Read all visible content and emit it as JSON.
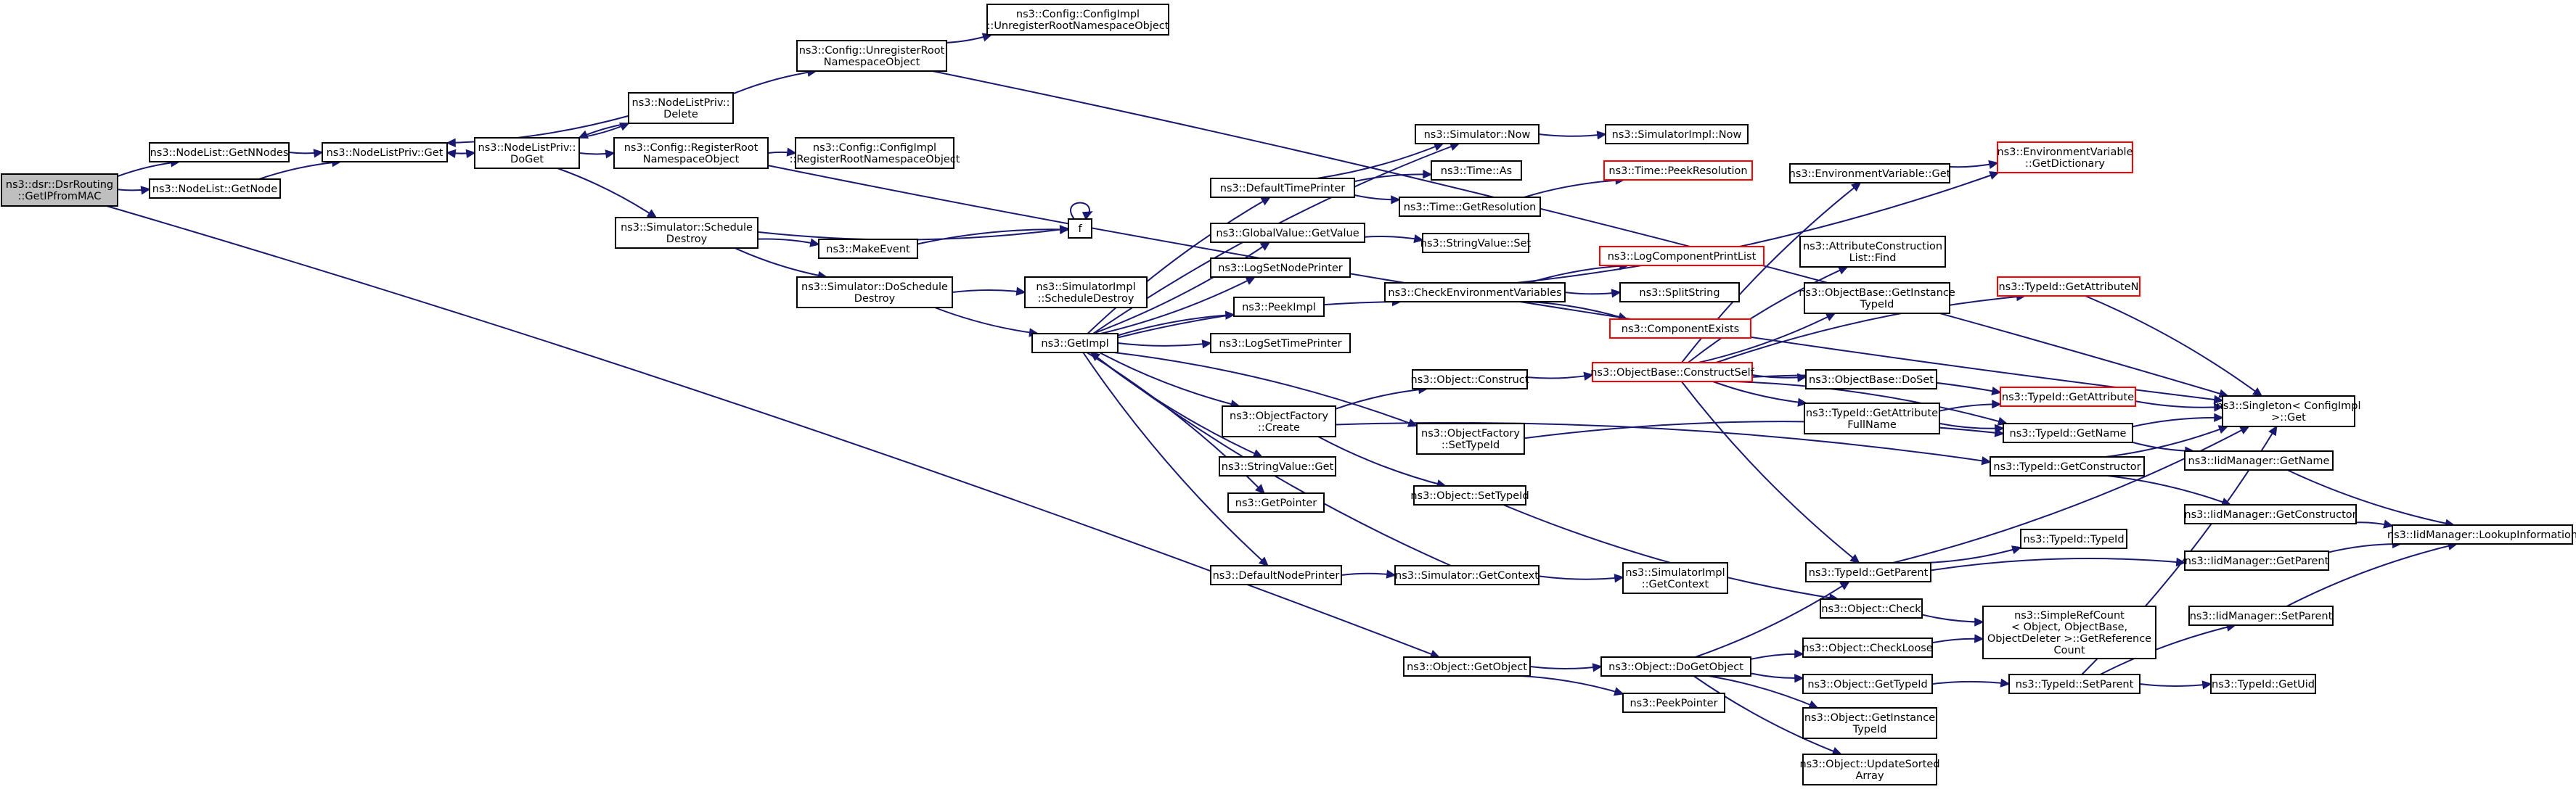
{
  "colors": {
    "edge": "#191970",
    "node_border": "#000000",
    "node_border_truncated": "#ff0000",
    "node_fill": "#ffffff",
    "root_fill": "#bfbfbf"
  },
  "nodes": [
    {
      "id": "root",
      "label": [
        "ns3::dsr::DsrRouting",
        "::GetIPfromMAC"
      ],
      "style": "root"
    },
    {
      "id": "getnnodes",
      "label": [
        "ns3::NodeList::GetNNodes"
      ]
    },
    {
      "id": "getnode",
      "label": [
        "ns3::NodeList::GetNode"
      ]
    },
    {
      "id": "nlpget",
      "label": [
        "ns3::NodeListPriv::Get"
      ]
    },
    {
      "id": "nlpdoget",
      "label": [
        "ns3::NodeListPriv::",
        "DoGet"
      ]
    },
    {
      "id": "nlpdelete",
      "label": [
        "ns3::NodeListPriv::",
        "Delete"
      ]
    },
    {
      "id": "cfgunreg",
      "label": [
        "ns3::Config::UnregisterRoot",
        "NamespaceObject"
      ]
    },
    {
      "id": "cfgimplunreg",
      "label": [
        "ns3::Config::ConfigImpl",
        "::UnregisterRootNamespaceObject"
      ]
    },
    {
      "id": "cfgreg",
      "label": [
        "ns3::Config::RegisterRoot",
        "NamespaceObject"
      ]
    },
    {
      "id": "cfgimplreg",
      "label": [
        "ns3::Config::ConfigImpl",
        "::RegisterRootNamespaceObject"
      ]
    },
    {
      "id": "simsched",
      "label": [
        "ns3::Simulator::Schedule",
        "Destroy"
      ]
    },
    {
      "id": "f",
      "label": [
        "f"
      ]
    },
    {
      "id": "makeevent",
      "label": [
        "ns3::MakeEvent"
      ]
    },
    {
      "id": "simdosched",
      "label": [
        "ns3::Simulator::DoSchedule",
        "Destroy"
      ]
    },
    {
      "id": "simimplsched",
      "label": [
        "ns3::SimulatorImpl",
        "::ScheduleDestroy"
      ]
    },
    {
      "id": "getimpl",
      "label": [
        "ns3::GetImpl"
      ]
    },
    {
      "id": "simnow",
      "label": [
        "ns3::Simulator::Now"
      ]
    },
    {
      "id": "simimplnow",
      "label": [
        "ns3::SimulatorImpl::Now"
      ]
    },
    {
      "id": "deftp",
      "label": [
        "ns3::DefaultTimePrinter"
      ]
    },
    {
      "id": "timeas",
      "label": [
        "ns3::Time::As"
      ]
    },
    {
      "id": "timegetres",
      "label": [
        "ns3::Time::GetResolution"
      ]
    },
    {
      "id": "timepeek",
      "label": [
        "ns3::Time::PeekResolution"
      ],
      "style": "truncated"
    },
    {
      "id": "gvgetvalue",
      "label": [
        "ns3::GlobalValue::GetValue"
      ]
    },
    {
      "id": "strvalset",
      "label": [
        "ns3::StringValue::Set"
      ]
    },
    {
      "id": "logsetnp",
      "label": [
        "ns3::LogSetNodePrinter"
      ]
    },
    {
      "id": "peekimpl",
      "label": [
        "ns3::PeekImpl"
      ]
    },
    {
      "id": "logsettp",
      "label": [
        "ns3::LogSetTimePrinter"
      ]
    },
    {
      "id": "checkenv",
      "label": [
        "ns3::CheckEnvironmentVariables"
      ]
    },
    {
      "id": "logcpl",
      "label": [
        "ns3::LogComponentPrintList"
      ],
      "style": "truncated"
    },
    {
      "id": "splitstring",
      "label": [
        "ns3::SplitString"
      ]
    },
    {
      "id": "compexists",
      "label": [
        "ns3::ComponentExists"
      ],
      "style": "truncated"
    },
    {
      "id": "envget",
      "label": [
        "ns3::EnvironmentVariable::Get"
      ]
    },
    {
      "id": "envdict",
      "label": [
        "ns3::EnvironmentVariable",
        "::GetDictionary"
      ],
      "style": "truncated"
    },
    {
      "id": "attrfind",
      "label": [
        "ns3::AttributeConstruction",
        "List::Find"
      ]
    },
    {
      "id": "obgetinst",
      "label": [
        "ns3::ObjectBase::GetInstance",
        "TypeId"
      ]
    },
    {
      "id": "tidgetattrn",
      "label": [
        "ns3::TypeId::GetAttributeN"
      ],
      "style": "truncated"
    },
    {
      "id": "objfcreate",
      "label": [
        "ns3::ObjectFactory",
        "::Create"
      ]
    },
    {
      "id": "objconstruct",
      "label": [
        "ns3::Object::Construct"
      ]
    },
    {
      "id": "obconstructself",
      "label": [
        "ns3::ObjectBase::ConstructSelf"
      ],
      "style": "truncated"
    },
    {
      "id": "obdoset",
      "label": [
        "ns3::ObjectBase::DoSet"
      ]
    },
    {
      "id": "tidgetattr",
      "label": [
        "ns3::TypeId::GetAttribute"
      ],
      "style": "truncated"
    },
    {
      "id": "singleton",
      "label": [
        "ns3::Singleton< ConfigImpl",
        ">::Get"
      ]
    },
    {
      "id": "tidgetattrfull",
      "label": [
        "ns3::TypeId::GetAttribute",
        "FullName"
      ]
    },
    {
      "id": "tidgetname",
      "label": [
        "ns3::TypeId::GetName"
      ]
    },
    {
      "id": "objfsettid",
      "label": [
        "ns3::ObjectFactory",
        "::SetTypeId"
      ]
    },
    {
      "id": "strvalget",
      "label": [
        "ns3::StringValue::Get"
      ]
    },
    {
      "id": "objsettid",
      "label": [
        "ns3::Object::SetTypeId"
      ]
    },
    {
      "id": "tidgetctor",
      "label": [
        "ns3::TypeId::GetConstructor"
      ]
    },
    {
      "id": "iidgetname",
      "label": [
        "ns3::IidManager::GetName"
      ]
    },
    {
      "id": "getpointer",
      "label": [
        "ns3::GetPointer"
      ]
    },
    {
      "id": "iidgetctor",
      "label": [
        "ns3::IidManager::GetConstructor"
      ]
    },
    {
      "id": "iidlookup",
      "label": [
        "ns3::IidManager::LookupInformation"
      ]
    },
    {
      "id": "tidtypeid",
      "label": [
        "ns3::TypeId::TypeId"
      ]
    },
    {
      "id": "defnp",
      "label": [
        "ns3::DefaultNodePrinter"
      ]
    },
    {
      "id": "simgetctx",
      "label": [
        "ns3::Simulator::GetContext"
      ]
    },
    {
      "id": "simimplctx",
      "label": [
        "ns3::SimulatorImpl",
        "::GetContext"
      ]
    },
    {
      "id": "tidgetparent",
      "label": [
        "ns3::TypeId::GetParent"
      ]
    },
    {
      "id": "iidgetparent",
      "label": [
        "ns3::IidManager::GetParent"
      ]
    },
    {
      "id": "objcheck",
      "label": [
        "ns3::Object::Check"
      ]
    },
    {
      "id": "simplerefcount",
      "label": [
        "ns3::SimpleRefCount",
        "< Object, ObjectBase,",
        "ObjectDeleter >::GetReference",
        "Count"
      ]
    },
    {
      "id": "iidsetparent",
      "label": [
        "ns3::IidManager::SetParent"
      ]
    },
    {
      "id": "objcheckloose",
      "label": [
        "ns3::Object::CheckLoose"
      ]
    },
    {
      "id": "objgetobject",
      "label": [
        "ns3::Object::GetObject"
      ]
    },
    {
      "id": "objdogetobject",
      "label": [
        "ns3::Object::DoGetObject"
      ]
    },
    {
      "id": "objgettid",
      "label": [
        "ns3::Object::GetTypeId"
      ]
    },
    {
      "id": "tidsetparent",
      "label": [
        "ns3::TypeId::SetParent"
      ]
    },
    {
      "id": "tidgetuid",
      "label": [
        "ns3::TypeId::GetUid"
      ]
    },
    {
      "id": "peekpointer",
      "label": [
        "ns3::PeekPointer"
      ]
    },
    {
      "id": "objgetinst",
      "label": [
        "ns3::Object::GetInstance",
        "TypeId"
      ]
    },
    {
      "id": "objupdsorted",
      "label": [
        "ns3::Object::UpdateSorted",
        "Array"
      ]
    }
  ],
  "edges": [
    [
      "root",
      "getnnodes"
    ],
    [
      "root",
      "getnode"
    ],
    [
      "root",
      "objgetobject"
    ],
    [
      "getnnodes",
      "nlpget"
    ],
    [
      "getnode",
      "nlpget"
    ],
    [
      "nlpget",
      "nlpdoget"
    ],
    [
      "nlpdoget",
      "nlpget"
    ],
    [
      "nlpdoget",
      "nlpdelete"
    ],
    [
      "nlpdelete",
      "nlpget"
    ],
    [
      "nlpdelete",
      "nlpdoget"
    ],
    [
      "nlpdelete",
      "cfgunreg"
    ],
    [
      "cfgunreg",
      "cfgimplunreg"
    ],
    [
      "cfgunreg",
      "singleton"
    ],
    [
      "nlpdoget",
      "cfgreg"
    ],
    [
      "cfgreg",
      "cfgimplreg"
    ],
    [
      "cfgreg",
      "singleton"
    ],
    [
      "nlpdoget",
      "simsched"
    ],
    [
      "simsched",
      "f"
    ],
    [
      "simsched",
      "makeevent"
    ],
    [
      "simsched",
      "simdosched"
    ],
    [
      "makeevent",
      "f"
    ],
    [
      "f",
      "f"
    ],
    [
      "simdosched",
      "simimplsched"
    ],
    [
      "simdosched",
      "getimpl"
    ],
    [
      "getimpl",
      "simnow"
    ],
    [
      "simnow",
      "simimplnow"
    ],
    [
      "getimpl",
      "deftp"
    ],
    [
      "deftp",
      "simnow"
    ],
    [
      "deftp",
      "timeas"
    ],
    [
      "deftp",
      "timegetres"
    ],
    [
      "timegetres",
      "timepeek"
    ],
    [
      "getimpl",
      "gvgetvalue"
    ],
    [
      "gvgetvalue",
      "strvalset"
    ],
    [
      "getimpl",
      "logsetnp"
    ],
    [
      "getimpl",
      "peekimpl"
    ],
    [
      "getimpl",
      "logsettp"
    ],
    [
      "getimpl",
      "checkenv"
    ],
    [
      "checkenv",
      "envdict"
    ],
    [
      "checkenv",
      "logcpl"
    ],
    [
      "checkenv",
      "splitstring"
    ],
    [
      "checkenv",
      "compexists"
    ],
    [
      "getimpl",
      "objfcreate"
    ],
    [
      "getimpl",
      "objfsettid"
    ],
    [
      "getimpl",
      "strvalget"
    ],
    [
      "getimpl",
      "getpointer"
    ],
    [
      "getimpl",
      "defnp"
    ],
    [
      "objfcreate",
      "objconstruct"
    ],
    [
      "objfcreate",
      "objsettid"
    ],
    [
      "objfcreate",
      "tidgetctor"
    ],
    [
      "objconstruct",
      "obconstructself"
    ],
    [
      "obconstructself",
      "envget"
    ],
    [
      "envget",
      "envdict"
    ],
    [
      "obconstructself",
      "attrfind"
    ],
    [
      "obconstructself",
      "obgetinst"
    ],
    [
      "obconstructself",
      "tidgetattrn"
    ],
    [
      "obconstructself",
      "obdoset"
    ],
    [
      "obconstructself",
      "tidgetattr"
    ],
    [
      "obconstructself",
      "tidgetattrfull"
    ],
    [
      "obconstructself",
      "tidgetname"
    ],
    [
      "obconstructself",
      "tidgetparent"
    ],
    [
      "tidgetattrn",
      "singleton"
    ],
    [
      "tidgetattr",
      "singleton"
    ],
    [
      "tidgetattrfull",
      "tidgetattr"
    ],
    [
      "tidgetattrfull",
      "tidgetname"
    ],
    [
      "tidgetname",
      "singleton"
    ],
    [
      "tidgetname",
      "iidgetname"
    ],
    [
      "objfsettid",
      "tidgetname"
    ],
    [
      "tidgetctor",
      "singleton"
    ],
    [
      "tidgetctor",
      "iidgetctor"
    ],
    [
      "iidgetname",
      "iidlookup"
    ],
    [
      "iidgetctor",
      "iidlookup"
    ],
    [
      "objsettid",
      "objcheck"
    ],
    [
      "defnp",
      "simgetctx"
    ],
    [
      "simgetctx",
      "simimplctx"
    ],
    [
      "simgetctx",
      "getimpl"
    ],
    [
      "tidgetparent",
      "tidtypeid"
    ],
    [
      "tidgetparent",
      "iidgetparent"
    ],
    [
      "tidgetparent",
      "singleton"
    ],
    [
      "iidgetparent",
      "iidlookup"
    ],
    [
      "objcheck",
      "simplerefcount"
    ],
    [
      "objcheckloose",
      "simplerefcount"
    ],
    [
      "objgetobject",
      "objdogetobject"
    ],
    [
      "objgetobject",
      "peekpointer"
    ],
    [
      "objdogetobject",
      "tidgetparent"
    ],
    [
      "objdogetobject",
      "objcheckloose"
    ],
    [
      "objdogetobject",
      "objgettid"
    ],
    [
      "objdogetobject",
      "objgetinst"
    ],
    [
      "objdogetobject",
      "objupdsorted"
    ],
    [
      "objgettid",
      "tidsetparent"
    ],
    [
      "tidsetparent",
      "tidgetuid"
    ],
    [
      "tidsetparent",
      "iidsetparent"
    ],
    [
      "tidsetparent",
      "singleton"
    ],
    [
      "iidsetparent",
      "iidlookup"
    ]
  ]
}
